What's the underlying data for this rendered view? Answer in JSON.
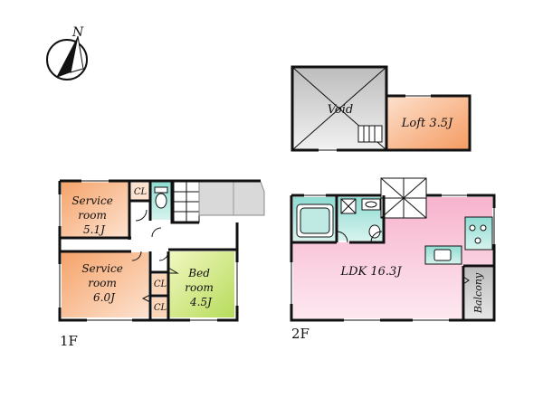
{
  "compass": {
    "label": "N"
  },
  "floor1": {
    "label": "1F",
    "rooms": {
      "service1": {
        "line1": "Service",
        "line2": "room",
        "line3": "5.1J"
      },
      "service2": {
        "line1": "Service",
        "line2": "room",
        "line3": "6.0J"
      },
      "bedroom": {
        "line1": "Bed",
        "line2": "room",
        "line3": "4.5J"
      },
      "closet_top": "CL",
      "closet_mid": "CL",
      "closet_bottom": "CL"
    }
  },
  "floor2": {
    "label": "2F",
    "rooms": {
      "ldk": "LDK 16.3J",
      "balcony": "Balcony"
    }
  },
  "upper": {
    "void": "Void",
    "loft": "Loft 3.5J"
  },
  "colors": {
    "wall": "#111111",
    "service_room": "#f7b27e",
    "bedroom": "#c6e277",
    "ldk": "#f6bfd6",
    "wet_area": "#a9e5dd",
    "loft": "#f7ae7c",
    "void": "#cfcfcf",
    "balcony": "#cccccc"
  }
}
